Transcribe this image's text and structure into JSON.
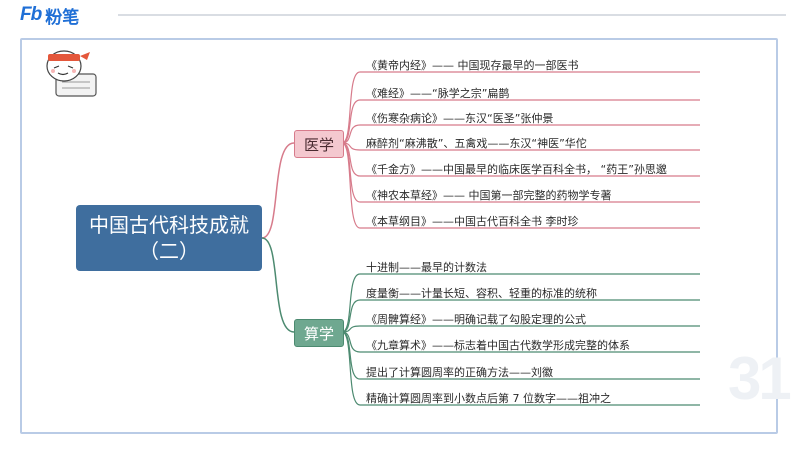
{
  "brand": {
    "logo_mark": "Fb",
    "logo_text": "粉笔"
  },
  "root": {
    "line1": "中国古代科技成就",
    "line2": "（二）"
  },
  "branches": [
    {
      "label": "医学",
      "color": "#f4c8cf",
      "items": [
        "《黄帝内经》—— 中国现存最早的一部医书",
        "《难经》——“脉学之宗”扁鹊",
        "《伤寒杂病论》——东汉“医圣”张仲景",
        "麻醉剂“麻沸散”、五禽戏——东汉“神医”华佗",
        "《千金方》——中国最早的临床医学百科全书， “药王”孙思邈",
        "《神农本草经》—— 中国第一部完整的药物学专著",
        "《本草纲目》——中国古代百科全书  李时珍"
      ]
    },
    {
      "label": "算学",
      "color": "#6fa890",
      "items": [
        "十进制——最早的计数法",
        "度量衡——计量长短、容积、轻重的标准的统称",
        "《周髀算经》——明确记载了勾股定理的公式",
        "《九章算术》——标志着中国古代数学形成完整的体系",
        "提出了计算圆周率的正确方法——刘徽",
        "精确计算圆周率到小数点后第 7 位数字——祖冲之"
      ]
    }
  ],
  "watermark": "31"
}
